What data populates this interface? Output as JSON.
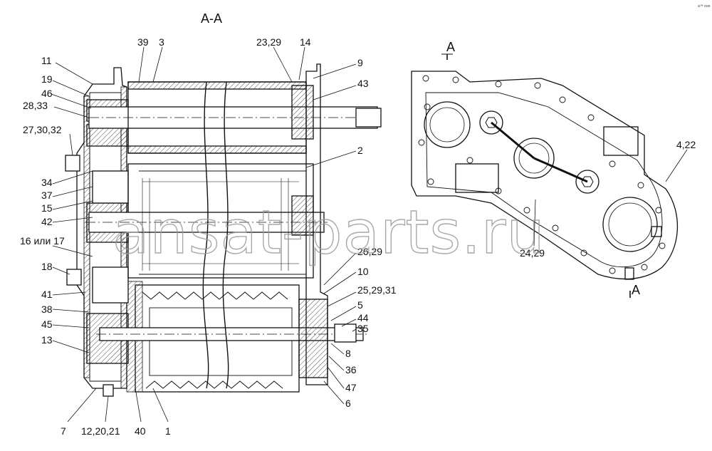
{
  "section_title": "А-А",
  "view_mark": "А",
  "corner_text": "a™ ooo",
  "watermark": "ansat-parts.ru",
  "callouts": {
    "c11": "11",
    "c19": "19",
    "c46": "46",
    "c2833": "28,33",
    "c273032": "27,30,32",
    "c34": "34",
    "c37": "37",
    "c15": "15",
    "c42": "42",
    "c16or17": "16 или 17",
    "c18": "18",
    "c41": "41",
    "c38": "38",
    "c45": "45",
    "c13": "13",
    "c7": "7",
    "c122021": "12,20,21",
    "c40": "40",
    "c1": "1",
    "c39": "39",
    "c3": "3",
    "c2329": "23,29",
    "c14": "14",
    "c9": "9",
    "c43": "43",
    "c2": "2",
    "c2629": "26,29",
    "c10": "10",
    "c252931": "25,29,31",
    "c5": "5",
    "c44": "44",
    "c35": "35",
    "c8": "8",
    "c36": "36",
    "c47": "47",
    "c6": "6",
    "c422": "4,22",
    "c2429": "24,29"
  }
}
